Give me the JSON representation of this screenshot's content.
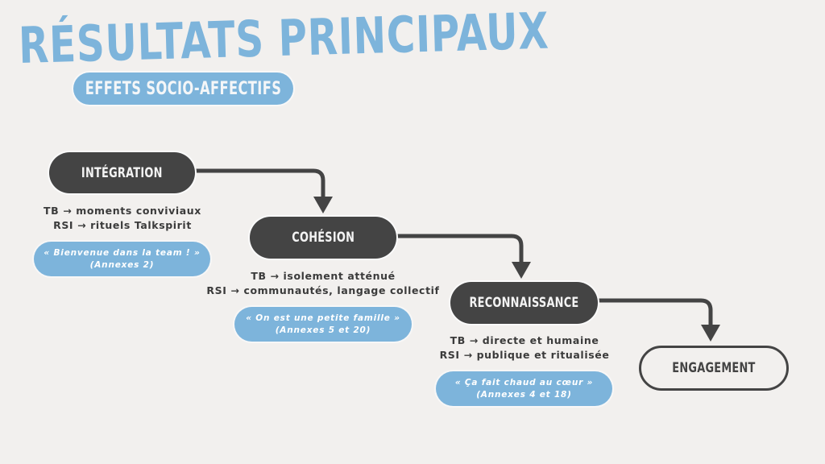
{
  "slide": {
    "title": "RÉSULTATS PRINCIPAUX",
    "subtitle": "EFFETS SOCIO-AFFECTIFS"
  },
  "colors": {
    "background": "#f2f0ee",
    "accent_blue": "#7db4db",
    "node_dark": "#444444",
    "text_dark": "#3b3b3b"
  },
  "flow": {
    "steps": [
      {
        "label": "INTÉGRATION",
        "tb": "TB → moments conviviaux",
        "rsi": "RSI → rituels Talkspirit",
        "quote": "« Bienvenue dans la team ! »",
        "ref": "(Annexes 2)"
      },
      {
        "label": "COHÉSION",
        "tb": "TB → isolement atténué",
        "rsi": "RSI → communautés, langage collectif",
        "quote": "« On est une petite famille »",
        "ref": "(Annexes 5 et 20)"
      },
      {
        "label": "RECONNAISSANCE",
        "tb": "TB → directe et humaine",
        "rsi": "RSI → publique et ritualisée",
        "quote": "« Ça fait chaud au cœur »",
        "ref": "(Annexes 4 et 18)"
      }
    ],
    "final": {
      "label": "ENGAGEMENT"
    },
    "connectors": [
      {
        "from": "INTÉGRATION",
        "to": "COHÉSION",
        "icon": "arrow-down-icon"
      },
      {
        "from": "COHÉSION",
        "to": "RECONNAISSANCE",
        "icon": "arrow-down-icon"
      },
      {
        "from": "RECONNAISSANCE",
        "to": "ENGAGEMENT",
        "icon": "arrow-down-icon"
      }
    ]
  }
}
